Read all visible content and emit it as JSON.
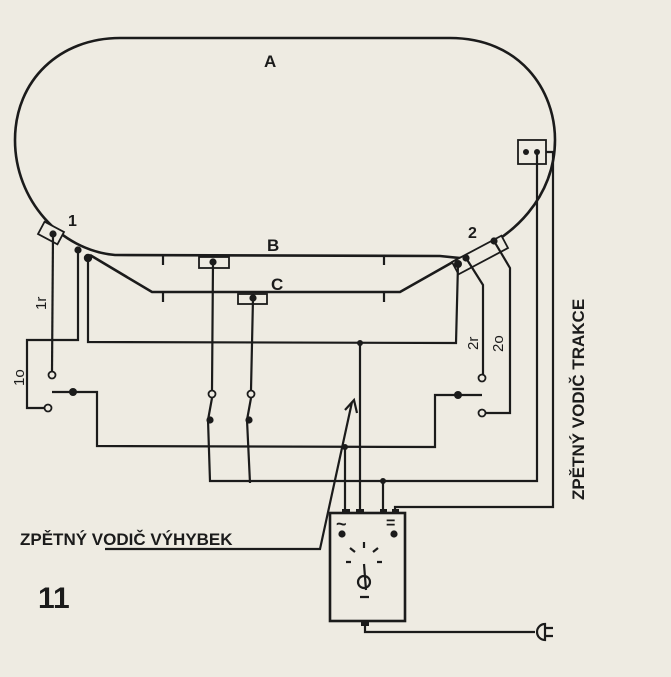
{
  "figure_number": "11",
  "tracks": {
    "a": "A",
    "b": "B",
    "c": "C"
  },
  "turnouts": {
    "t1": "1",
    "t2": "2"
  },
  "terminals": {
    "t1r": "1r",
    "t1o": "1o",
    "t2r": "2r",
    "t2o": "2o"
  },
  "labels": {
    "traction_return": "ZPĚTNÝ VODIČ TRAKCE",
    "turnout_return_prefix": "ZPĚTNÝ",
    "turnout_return_underlined": "VODIČ VÝHYBEK"
  },
  "power_supply": {
    "ac_symbol": "~",
    "dc_symbol": "="
  },
  "icons": [
    "power-plug-icon",
    "knob-icon",
    "light-icon"
  ]
}
